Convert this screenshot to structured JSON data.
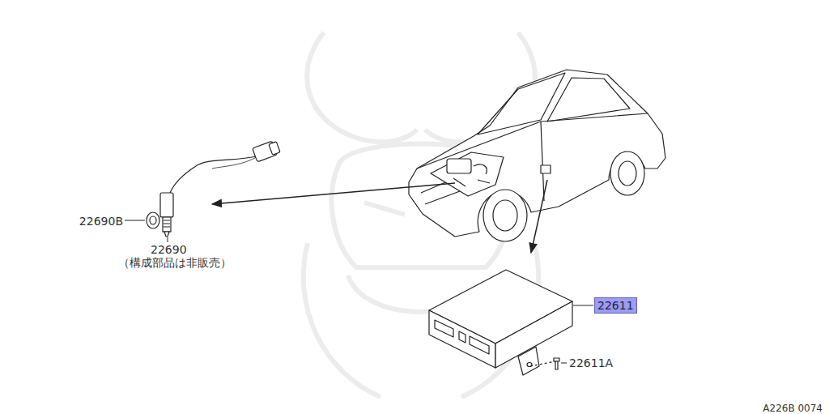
{
  "diagram": {
    "nodes": [
      {
        "text": [
          "22611"
        ]
      }
    ],
    "labels": [
      "22690B",
      "22690",
      "（構成部品は非販売）",
      "22611A",
      "A226B 0074"
    ]
  }
}
